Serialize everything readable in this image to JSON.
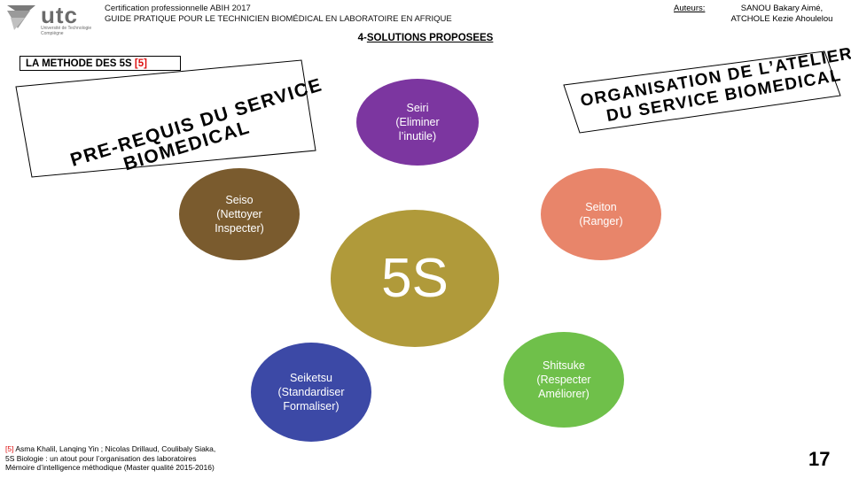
{
  "logo": {
    "word": "utc",
    "sub_line1": "Université de Technologie",
    "sub_line2": "Compiègne"
  },
  "header": {
    "line1": "Certification professionnelle ABIH 2017",
    "line2": "GUIDE PRATIQUE POUR LE TECHNICIEN BIOMÉDICAL EN LABORATOIRE EN AFRIQUE",
    "authors_label": "Auteurs:",
    "authors_line1": "SANOU Bakary Aimé,",
    "authors_line2": "ATCHOLE Kezie Ahoulelou"
  },
  "section": {
    "number": "4-",
    "title": "SOLUTIONS  PROPOSEES"
  },
  "method": {
    "label": "LA METHODE DES 5S ",
    "ref": "[5]"
  },
  "left_banner": {
    "line1": "PRE-REQUIS DU SERVICE",
    "line2": "BIOMEDICAL"
  },
  "right_banner": {
    "line1": "ORGANISATION DE L’ATELIER",
    "line2": "DU SERVICE BIOMEDICAL"
  },
  "diagram": {
    "center": "5S",
    "seiri": [
      "Seiri",
      "(Eliminer",
      "l’inutile)"
    ],
    "seiso": [
      "Seiso",
      "(Nettoyer",
      "Inspecter)"
    ],
    "seiton": [
      "Seiton",
      "(Ranger)"
    ],
    "seiketsu": [
      "Seiketsu",
      "(Standardiser",
      "Formaliser)"
    ],
    "shitsuke": [
      "Shitsuke",
      "(Respecter",
      "Améliorer)"
    ],
    "colors": {
      "seiri": "#7c36a0",
      "seiso": "#7a5b2e",
      "seiton": "#e8856a",
      "center": "#b09a3a",
      "seiketsu": "#3c49a6",
      "shitsuke": "#6fc04a"
    }
  },
  "reference": {
    "ref": "[5]",
    "line1": " Asma Khalil, Lanqing Yin ; Nicolas Drillaud, Coulibaly Siaka,",
    "line2": "5S Biologie : un atout pour l’organisation des laboratoires",
    "line3": "Mémoire d’intelligence méthodique (Master qualité 2015-2016)"
  },
  "page_number": "17"
}
